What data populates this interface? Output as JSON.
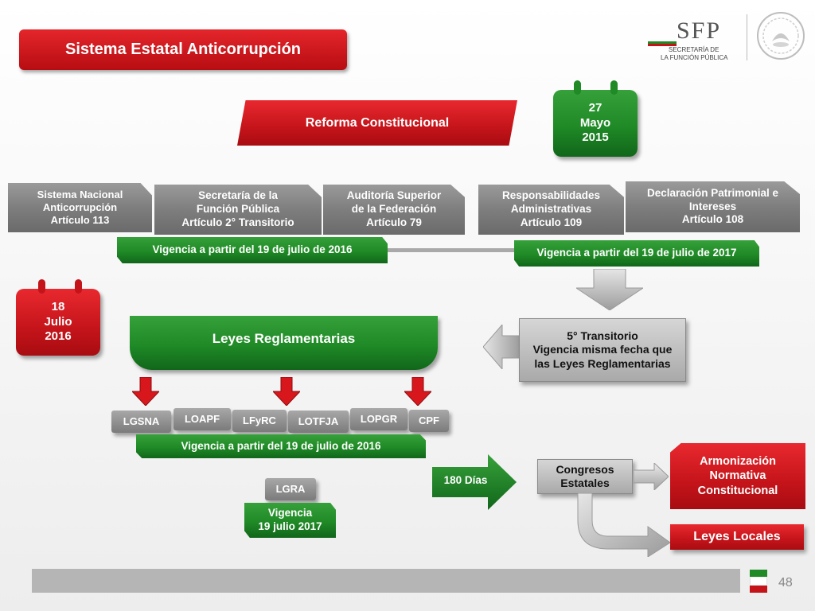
{
  "title": "Sistema Estatal Anticorrupción",
  "logo": {
    "name": "SFP",
    "line1": "SECRETARÍA DE",
    "line2": "LA FUNCIÓN PÚBLICA"
  },
  "reforma": "Reforma Constitucional",
  "cal_2015": {
    "day": "27",
    "month": "Mayo",
    "year": "2015"
  },
  "cal_2016": {
    "day": "18",
    "month": "Julio",
    "year": "2016"
  },
  "top_boxes": [
    {
      "l1": "Sistema Nacional",
      "l2": "Anticorrupción",
      "l3": "Artículo 113"
    },
    {
      "l1": "Secretaría de la",
      "l2": "Función Pública",
      "l3": "Artículo 2° Transitorio"
    },
    {
      "l1": "Auditoría Superior",
      "l2": "de la Federación",
      "l3": "Artículo 79"
    },
    {
      "l1": "Responsabilidades",
      "l2": "Administrativas",
      "l3": "Artículo 109"
    },
    {
      "l1": "Declaración Patrimonial e",
      "l2": "Intereses",
      "l3": "Artículo 108"
    }
  ],
  "vigencia_2016_a": "Vigencia a partir del 19 de julio de 2016",
  "vigencia_2017": "Vigencia a partir del 19 de julio de 2017",
  "leyes_reglamentarias": "Leyes Reglamentarias",
  "transitorio": {
    "l1": "5° Transitorio",
    "l2": "Vigencia misma fecha que",
    "l3": "las Leyes Reglamentarias"
  },
  "laws": [
    "LGSNA",
    "LOAPF",
    "LFyRC",
    "LOTFJA",
    "LOPGR",
    "CPF"
  ],
  "vigencia_2016_b": "Vigencia a partir del 19 de julio de 2016",
  "lgra": "LGRA",
  "lgra_vigencia": {
    "l1": "Vigencia",
    "l2": "19 julio 2017"
  },
  "dias": "180 Días",
  "congresos": {
    "l1": "Congresos",
    "l2": "Estatales"
  },
  "armonizacion": {
    "l1": "Armonización",
    "l2": "Normativa",
    "l3": "Constitucional"
  },
  "leyes_locales": "Leyes Locales",
  "page_number": "48",
  "colors": {
    "red": "#c4141a",
    "green": "#1f8a26",
    "grey": "#7e7e7e"
  }
}
